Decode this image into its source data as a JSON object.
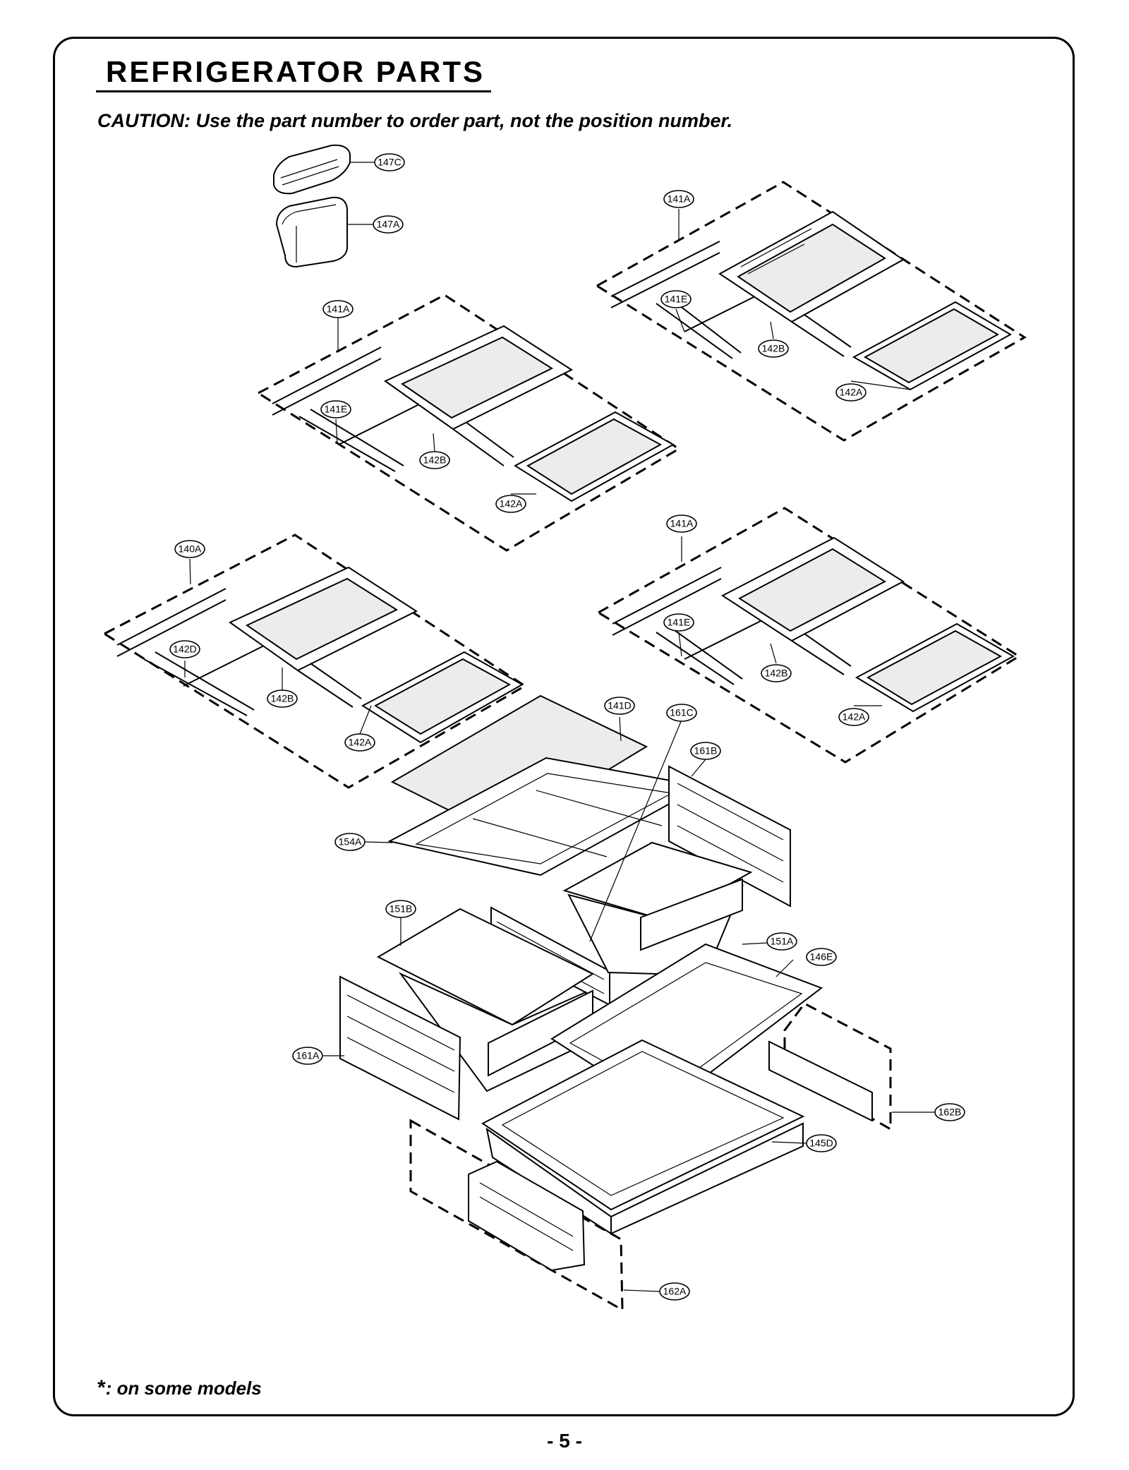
{
  "header": {
    "title": "REFRIGERATOR PARTS",
    "caution": "CAUTION: Use the part number to order part, not the position number."
  },
  "footer": {
    "footnote_symbol": "*",
    "footnote_text": ": on some models",
    "page_number": "- 5 -"
  },
  "part_labels": [
    {
      "id": "147C",
      "text": "147C"
    },
    {
      "id": "147A",
      "text": "147A"
    },
    {
      "id": "141A-top-right",
      "text": "141A"
    },
    {
      "id": "141E-top-right",
      "text": "141E"
    },
    {
      "id": "142B-top-right",
      "text": "142B"
    },
    {
      "id": "142A-top-right",
      "text": "142A"
    },
    {
      "id": "141A-middle-left",
      "text": "141A"
    },
    {
      "id": "141E-middle-left",
      "text": "141E"
    },
    {
      "id": "142B-middle-left",
      "text": "142B"
    },
    {
      "id": "142A-middle-left",
      "text": "142A"
    },
    {
      "id": "140A",
      "text": "140A"
    },
    {
      "id": "142D",
      "text": "142D"
    },
    {
      "id": "142B-lower-left",
      "text": "142B"
    },
    {
      "id": "142A-lower-left",
      "text": "142A"
    },
    {
      "id": "141A-lower-right",
      "text": "141A"
    },
    {
      "id": "141E-lower-right",
      "text": "141E"
    },
    {
      "id": "142B-lower-right",
      "text": "142B"
    },
    {
      "id": "142A-lower-right",
      "text": "142A"
    },
    {
      "id": "141D",
      "text": "141D"
    },
    {
      "id": "161C",
      "text": "161C"
    },
    {
      "id": "161B",
      "text": "161B"
    },
    {
      "id": "154A",
      "text": "154A"
    },
    {
      "id": "151B",
      "text": "151B"
    },
    {
      "id": "151A",
      "text": "151A"
    },
    {
      "id": "146E",
      "text": "146E"
    },
    {
      "id": "161A",
      "text": "161A"
    },
    {
      "id": "162B",
      "text": "162B"
    },
    {
      "id": "145D",
      "text": "145D"
    },
    {
      "id": "162A",
      "text": "162A"
    }
  ]
}
